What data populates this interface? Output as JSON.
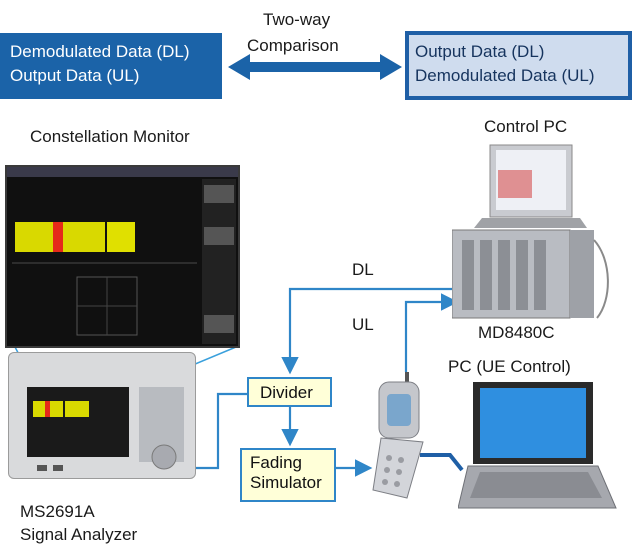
{
  "diagram": {
    "comparison_label_line1": "Two-way",
    "comparison_label_line2": "Comparison",
    "left_box": {
      "line1": "Demodulated Data (DL)",
      "line2": "Output Data (UL)"
    },
    "right_box": {
      "line1": "Output Data (DL)",
      "line2": "Demodulated Data (UL)"
    },
    "constellation_monitor": "Constellation Monitor",
    "control_pc": "Control PC",
    "dl": "DL",
    "ul": "UL",
    "md8480c": "MD8480C",
    "pc_ue_control": "PC (UE Control)",
    "divider": "Divider",
    "fading_line1": "Fading",
    "fading_line2": "Simulator",
    "analyzer_line1": "MS2691A",
    "analyzer_line2": "Signal Analyzer"
  },
  "colors": {
    "accent_blue": "#1b63a8",
    "box_fill_light": "#cfdcee",
    "line_blue": "#2f86c8",
    "yellow_box": "#ffffd8"
  }
}
